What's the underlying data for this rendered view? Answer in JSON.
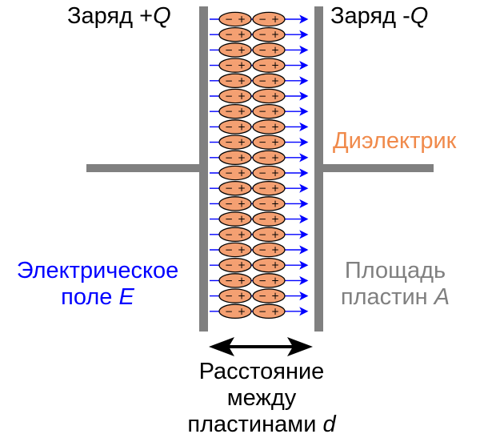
{
  "labels": {
    "charge_positive": {
      "text": "Заряд +",
      "symbol": "Q"
    },
    "charge_negative": {
      "text": "Заряд -",
      "symbol": "Q"
    },
    "dielectric": "Диэлектрик",
    "electric_field": {
      "line1": "Электрическое",
      "line2": "поле ",
      "symbol": "E"
    },
    "plate_area": {
      "line1": "Площадь",
      "line2": "пластин ",
      "symbol": "A"
    },
    "plate_distance": {
      "line1": "Расстояние",
      "line2": "между",
      "line3": "пластинами ",
      "symbol": "d"
    }
  },
  "molecule_signs": {
    "negative": "−",
    "positive": "+"
  },
  "colors": {
    "plates": "#808080",
    "dielectric_fill": "#f4a072",
    "dielectric_stroke": "#000000",
    "field_lines": "#0000ff",
    "dielectric_label": "#f08a4b",
    "field_label": "#0000ff",
    "area_label": "#808080"
  }
}
